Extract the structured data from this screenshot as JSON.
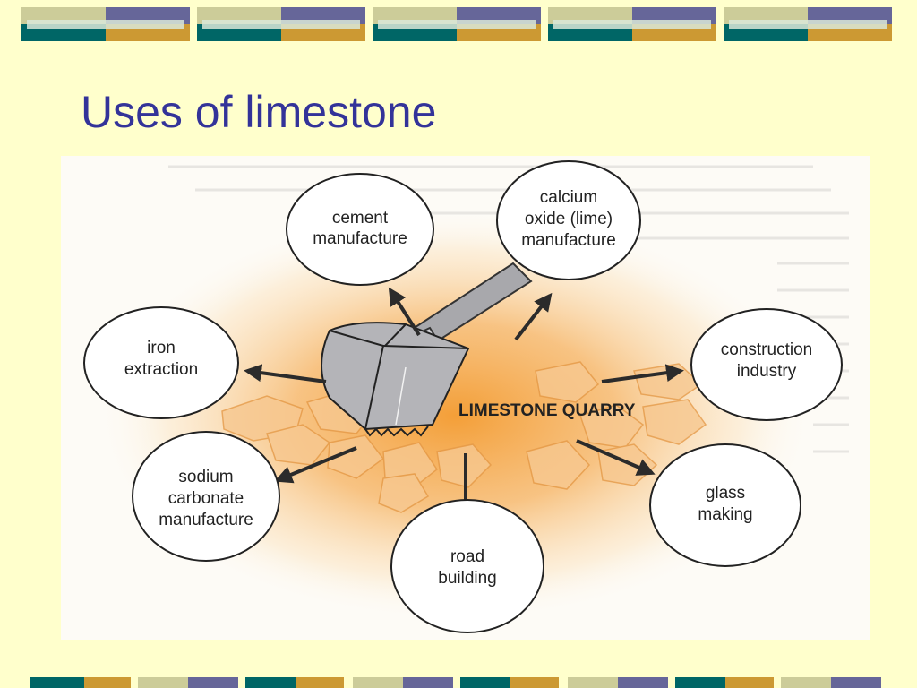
{
  "slide": {
    "title": "Uses of limestone"
  },
  "diagram": {
    "center_label": "LIMESTONE QUARRY",
    "uses": [
      {
        "id": "cement",
        "lines": [
          "cement",
          "manufacture"
        ]
      },
      {
        "id": "calcium-oxide",
        "lines": [
          "calcium",
          "oxide (lime)",
          "manufacture"
        ]
      },
      {
        "id": "iron",
        "lines": [
          "iron",
          "extraction"
        ]
      },
      {
        "id": "construction",
        "lines": [
          "construction",
          "industry"
        ]
      },
      {
        "id": "sodium-carbonate",
        "lines": [
          "sodium",
          "carbonate",
          "manufacture"
        ]
      },
      {
        "id": "road",
        "lines": [
          "road",
          "building"
        ]
      },
      {
        "id": "glass",
        "lines": [
          "glass",
          "making"
        ]
      }
    ]
  },
  "colors": {
    "background": "#ffffcc",
    "title": "#333399",
    "band_teal": "#006666",
    "band_gold": "#cc9933",
    "band_sage": "#cccc99",
    "band_purple": "#666699",
    "quarry_orange": "#f4a040",
    "bucket_gray": "#b4b4b8"
  }
}
